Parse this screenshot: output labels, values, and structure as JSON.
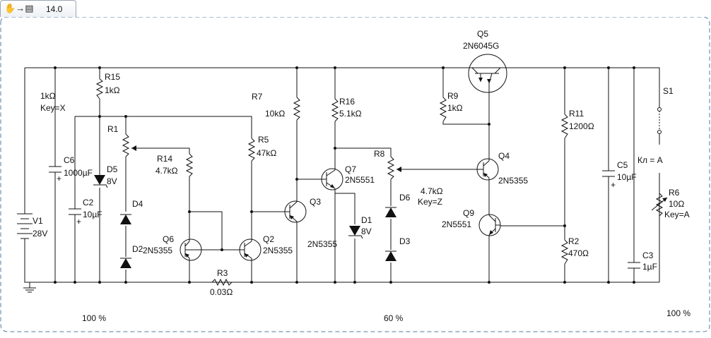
{
  "toolbar": {
    "tool_icons": [
      "hand-icon",
      "arrow-icon",
      "meter-icon"
    ],
    "zoom": "14.0"
  },
  "circuit": {
    "V1": {
      "ref": "V1",
      "value": "28V"
    },
    "R15": {
      "ref": "R15",
      "value": "1kΩ"
    },
    "C6": {
      "ref": "C6",
      "value": "1000µF"
    },
    "C2": {
      "ref": "C2",
      "value": "10µF"
    },
    "D5": {
      "ref": "D5",
      "value": "8V"
    },
    "R1": {
      "ref": "R1",
      "value": "1kΩ",
      "key": "Key=X",
      "percent": "100 %"
    },
    "D4": {
      "ref": "D4"
    },
    "D2": {
      "ref": "D2"
    },
    "R14": {
      "ref": "R14",
      "value": "4.7kΩ"
    },
    "Q6": {
      "ref": "Q6",
      "part": "2N5355"
    },
    "R5": {
      "ref": "R5",
      "value": "47kΩ"
    },
    "Q2": {
      "ref": "Q2",
      "part": "2N5355"
    },
    "R3": {
      "ref": "R3",
      "value": "0.03Ω"
    },
    "R7": {
      "ref": "R7",
      "value": "10kΩ"
    },
    "Q3": {
      "ref": "Q3",
      "part": "2N5355"
    },
    "R16": {
      "ref": "R16",
      "value": "5.1kΩ"
    },
    "Q7": {
      "ref": "Q7",
      "part": "2N5551"
    },
    "D1": {
      "ref": "D1",
      "value": "8V"
    },
    "R8": {
      "ref": "R8",
      "value": "4.7kΩ",
      "key": "Key=Z",
      "percent": "60 %"
    },
    "D6": {
      "ref": "D6"
    },
    "D3": {
      "ref": "D3"
    },
    "Q5": {
      "ref": "Q5",
      "part": "2N6045G"
    },
    "R9": {
      "ref": "R9",
      "value": "1kΩ"
    },
    "Q4": {
      "ref": "Q4",
      "part": "2N5355"
    },
    "Q9": {
      "ref": "Q9",
      "part": "2N5551"
    },
    "R11": {
      "ref": "R11",
      "value": "1200Ω"
    },
    "R2": {
      "ref": "R2",
      "value": "470Ω"
    },
    "C5": {
      "ref": "C5",
      "value": "10µF"
    },
    "C3": {
      "ref": "C3",
      "value": "1µF"
    },
    "S1": {
      "ref": "S1",
      "key": "Кл = A"
    },
    "R6": {
      "ref": "R6",
      "value": "10Ω",
      "key": "Key=A",
      "percent": "100 %"
    }
  }
}
